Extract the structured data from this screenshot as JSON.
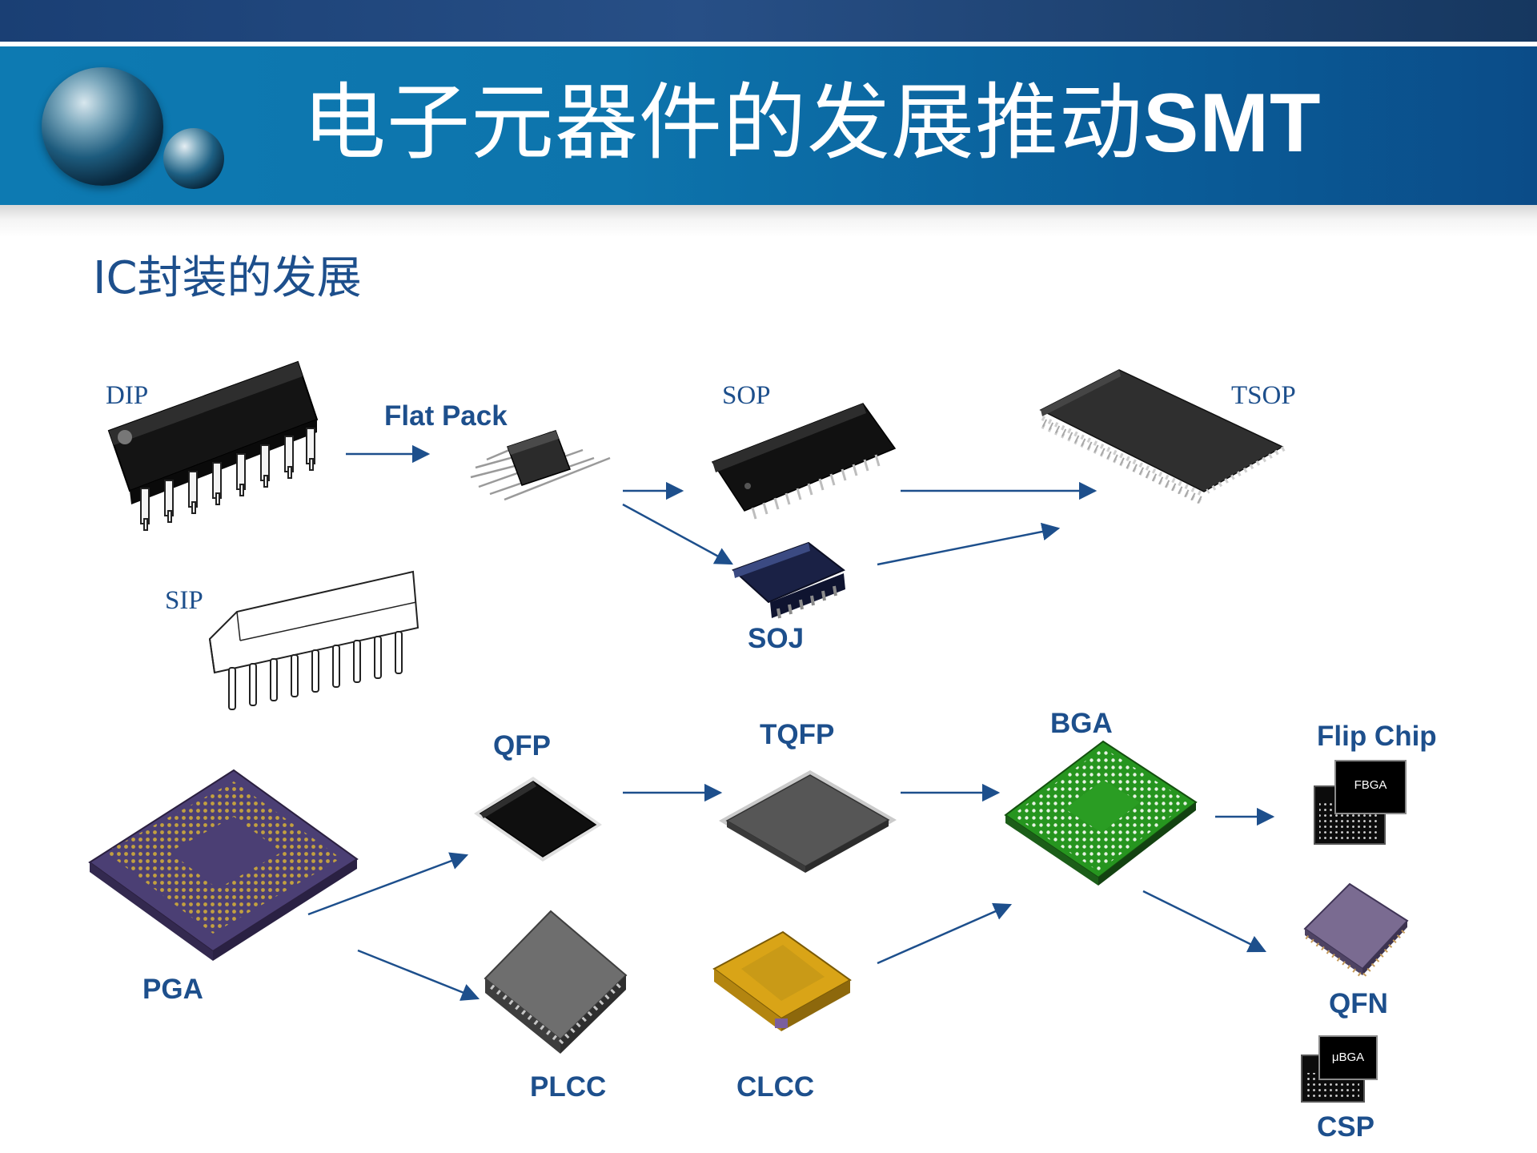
{
  "title": {
    "main": "电子元器件的发展推动",
    "suffix": "SMT"
  },
  "subtitle": "IC封装的发展",
  "labels": {
    "dip": "DIP",
    "flat_pack": "Flat Pack",
    "sop": "SOP",
    "tsop": "TSOP",
    "sip": "SIP",
    "soj": "SOJ",
    "qfp": "QFP",
    "tqfp": "TQFP",
    "bga": "BGA",
    "flip_chip": "Flip Chip",
    "pga": "PGA",
    "plcc": "PLCC",
    "clcc": "CLCC",
    "qfn": "QFN",
    "csp": "CSP"
  },
  "chip_marks": {
    "fbga": "FBGA",
    "ubga": "μBGA"
  },
  "colors": {
    "header_dark": "#1a3f74",
    "title_band": "#0d7ab2",
    "label": "#1d4f8c",
    "arrow": "#1d4f8c",
    "bga_board": "#26951f",
    "clcc_gold": "#d9a417",
    "pga_substrate": "#4b3f74"
  }
}
